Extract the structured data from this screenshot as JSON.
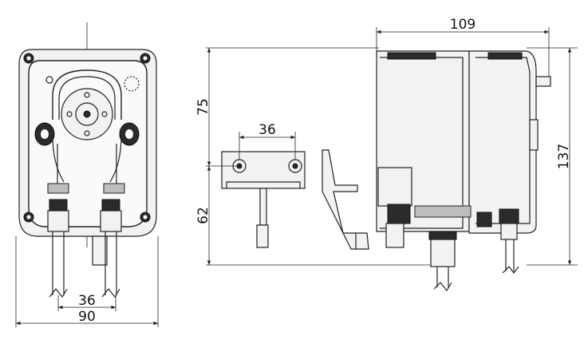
{
  "dimensions": {
    "front_width": "90",
    "front_spacing": "36",
    "side_depth": "109",
    "side_height": "137",
    "upper_height": "75",
    "lower_height": "62",
    "bracket_spacing": "36"
  },
  "colors": {
    "line": "#222222",
    "body_dark": "#2b2b2b",
    "body_light": "#f2f2f2",
    "background": "#ffffff"
  }
}
